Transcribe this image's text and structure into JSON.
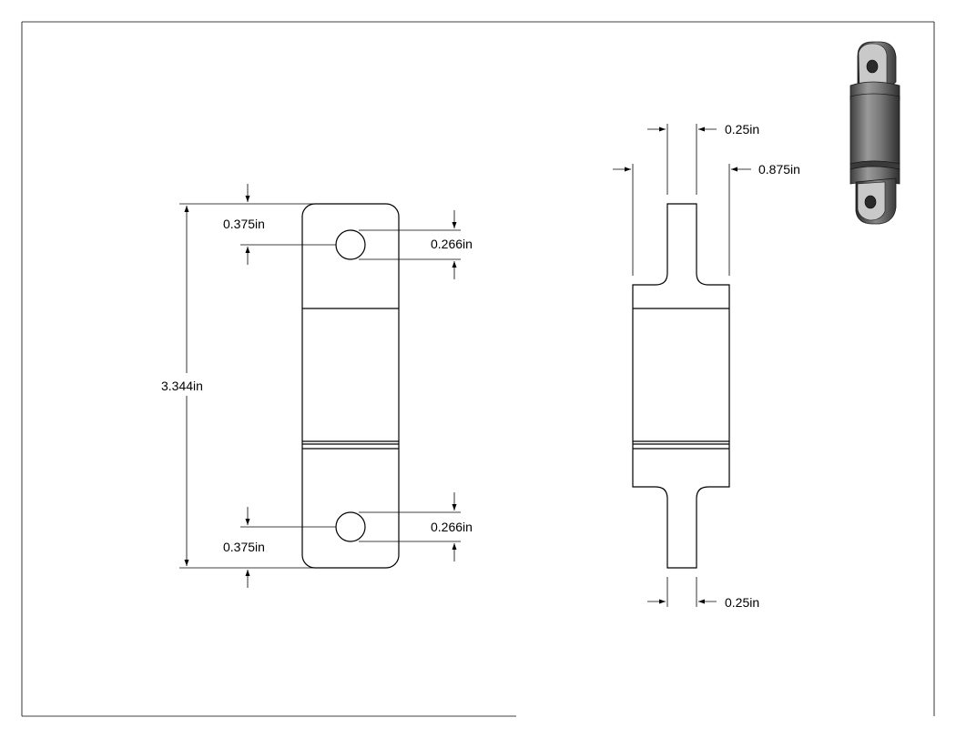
{
  "dimensions": {
    "front_top_hole_offset": "0.375in",
    "front_top_hole_dia": "0.266in",
    "front_overall_length": "3.344in",
    "front_bottom_hole_dia": "0.266in",
    "front_bottom_hole_offset": "0.375in",
    "side_top_tab_thickness": "0.25in",
    "side_body_width": "0.875in",
    "side_bottom_tab_thickness": "0.25in"
  },
  "colors": {
    "line": "#000000",
    "iso_body": "#6e6e6e",
    "iso_highlight": "#bdbdbd"
  }
}
